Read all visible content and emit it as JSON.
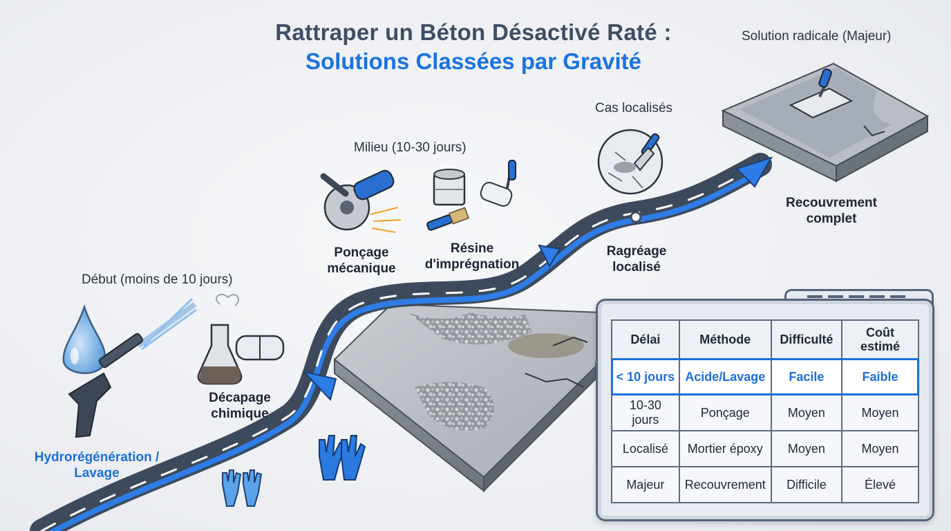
{
  "title": {
    "line1": "Rattraper un Béton Désactivé Raté :",
    "line2": "Solutions Classées par Gravité"
  },
  "stages": {
    "debut": "Début (moins de 10 jours)",
    "milieu": "Milieu (10-30 jours)",
    "localises": "Cas localisés",
    "radicale": "Solution radicale (Majeur)"
  },
  "methods": {
    "hydro": "Hydrorégénération / Lavage",
    "decapage": "Décapage chimique",
    "poncage": "Ponçage mécanique",
    "resine": "Résine d'imprégnation",
    "ragreage": "Ragréage localisé",
    "recouvrement": "Recouvrement complet"
  },
  "table": {
    "headers": [
      "Délai",
      "Méthode",
      "Difficulté",
      "Coût estimé"
    ],
    "rows": [
      [
        "< 10 jours",
        "Acide/Lavage",
        "Facile",
        "Faible"
      ],
      [
        "10-30 jours",
        "Ponçage",
        "Moyen",
        "Moyen"
      ],
      [
        "Localisé",
        "Mortier époxy",
        "Moyen",
        "Moyen"
      ],
      [
        "Majeur",
        "Recouvrement",
        "Difficile",
        "Élevé"
      ]
    ]
  },
  "colors": {
    "accent": "#1b73e0",
    "road": "#3d4a5c",
    "concrete": "#b7bcc3",
    "frame": "#56657a"
  },
  "icons": [
    "water-drop-icon",
    "pressure-washer-icon",
    "flask-icon",
    "goggles-icon",
    "gloves-icon",
    "angle-grinder-icon",
    "paint-can-icon",
    "paint-roller-icon",
    "brush-icon",
    "spatula-icon",
    "trowel-icon"
  ]
}
